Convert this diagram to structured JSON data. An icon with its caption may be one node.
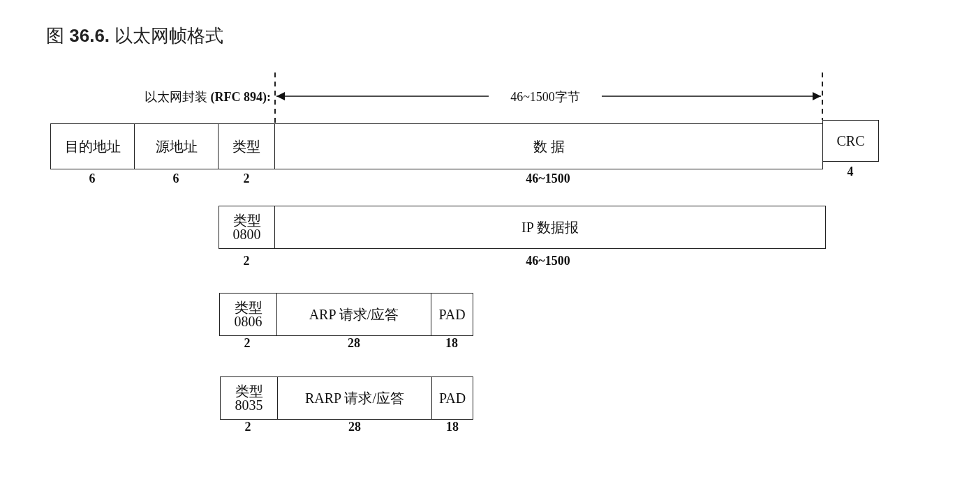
{
  "diagram": {
    "title": "图 **36.6.** 以太网帧格式",
    "nodes": [
      {
        "text": [
          "目的地址"
        ],
        "beside": [
          "6"
        ]
      },
      {
        "text": [
          "源地址"
        ],
        "beside": [
          "6"
        ]
      },
      {
        "text": [
          "类型"
        ],
        "beside": [
          "2"
        ]
      },
      {
        "text": [
          "数 据"
        ],
        "beside": [
          "46~1500"
        ]
      },
      {
        "text": [
          "CRC"
        ],
        "beside": [
          "4"
        ]
      },
      {
        "text": [
          "类型",
          "0800"
        ],
        "beside": [
          "2"
        ]
      },
      {
        "text": [
          "IP 数据报"
        ],
        "beside": [
          "46~1500"
        ]
      },
      {
        "text": [
          "类型",
          "0806"
        ],
        "beside": [
          "2"
        ]
      },
      {
        "text": [
          "ARP 请求/应答"
        ],
        "beside": [
          "28"
        ]
      },
      {
        "text": [
          "PAD"
        ],
        "beside": [
          "18"
        ]
      },
      {
        "text": [
          "类型",
          "8035"
        ],
        "beside": [
          "2"
        ]
      },
      {
        "text": [
          "RARP 请求/应答"
        ],
        "beside": [
          "28"
        ]
      },
      {
        "text": [
          "PAD"
        ],
        "beside": [
          "18"
        ]
      }
    ],
    "edges": [],
    "labels": [
      "以太网封装 **(RFC 894):**",
      "46~1500字节"
    ]
  }
}
